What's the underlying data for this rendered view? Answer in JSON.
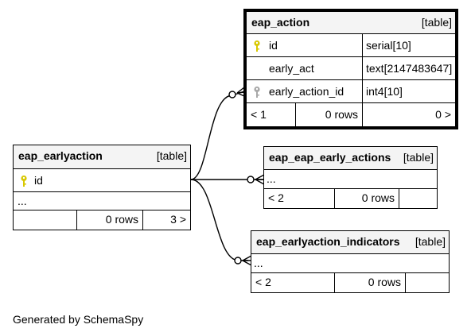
{
  "tables": {
    "eap_action": {
      "name": "eap_action",
      "kind": "[table]",
      "columns": [
        {
          "name": "id",
          "type": "serial[10]",
          "key": "primary"
        },
        {
          "name": "early_act",
          "type": "text[2147483647]",
          "key": "none"
        },
        {
          "name": "early_action_id",
          "type": "int4[10]",
          "key": "foreign"
        }
      ],
      "footer": {
        "parents": "< 1",
        "rows": "0 rows",
        "children": "0 >"
      }
    },
    "eap_earlyaction": {
      "name": "eap_earlyaction",
      "kind": "[table]",
      "columns": [
        {
          "name": "id",
          "key": "primary"
        }
      ],
      "ellipsis": "...",
      "footer": {
        "parents": "",
        "rows": "0 rows",
        "children": "3 >"
      }
    },
    "eap_eap_early_actions": {
      "name": "eap_eap_early_actions",
      "kind": "[table]",
      "ellipsis": "...",
      "footer": {
        "parents": "< 2",
        "rows": "0 rows",
        "children": ""
      }
    },
    "eap_earlyaction_indicators": {
      "name": "eap_earlyaction_indicators",
      "kind": "[table]",
      "ellipsis": "...",
      "footer": {
        "parents": "< 2",
        "rows": "0 rows",
        "children": ""
      }
    }
  },
  "colors": {
    "primary_key": "#d8c800",
    "foreign_key": "#a8a8a8",
    "header_bg": "#f4f4f4",
    "line": "#000000"
  },
  "generated_by": "Generated by SchemaSpy"
}
